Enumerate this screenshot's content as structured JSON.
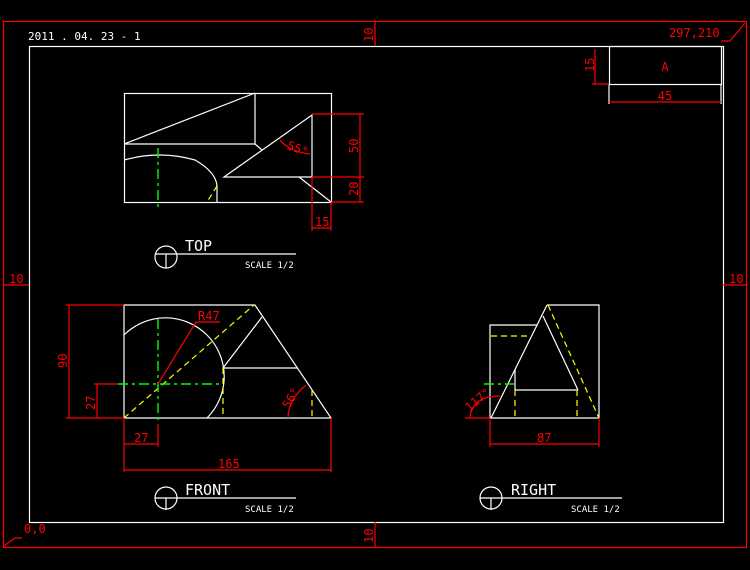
{
  "header": {
    "date_code": "2011 . 04. 23 - 1",
    "sheet_size": "297,210",
    "origin": "0,0"
  },
  "margins": {
    "top": "10",
    "bottom": "10",
    "left": "10",
    "right": "10"
  },
  "title_block": {
    "label": "A",
    "height_dim": "15",
    "width_dim": "45"
  },
  "views": {
    "top": {
      "title": "TOP",
      "scale": "SCALE 1/2",
      "dims": {
        "height": "50",
        "lower": "20",
        "width": "15",
        "angle": "55°"
      }
    },
    "front": {
      "title": "FRONT",
      "scale": "SCALE 1/2",
      "dims": {
        "height": "90",
        "center_y": "27",
        "center_x": "27",
        "width": "165",
        "radius": "R47",
        "angle": "56°"
      }
    },
    "right": {
      "title": "RIGHT",
      "scale": "SCALE 1/2",
      "dims": {
        "width": "87",
        "angle": "117°"
      }
    }
  },
  "colors": {
    "border": "#ff0000",
    "geometry": "#ffffff",
    "hidden": "#ffff00",
    "center": "#00ff00"
  }
}
